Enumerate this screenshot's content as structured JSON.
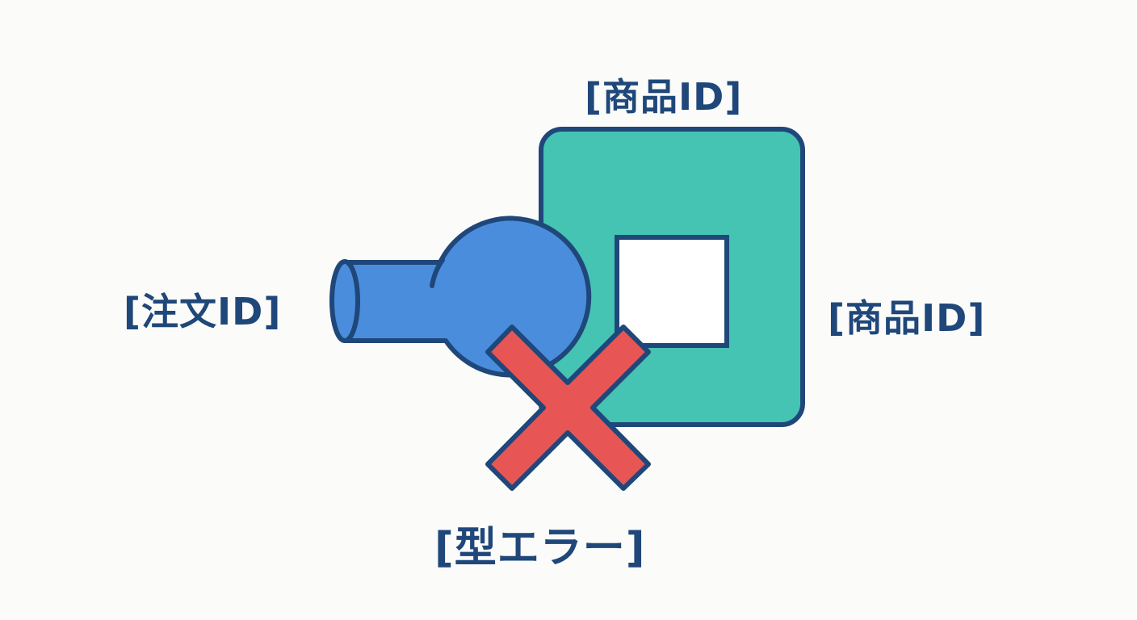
{
  "labels": {
    "top": "[商品ID]",
    "left": "[注文ID]",
    "right": "[商品ID]",
    "bottom": "[型エラー]"
  },
  "colors": {
    "background": "#fbfbf9",
    "outline": "#1f477a",
    "peg_blue": "#4a8ddc",
    "block_teal": "#45c3b3",
    "hole_white": "#ffffff",
    "x_red": "#e85555"
  },
  "shapes": {
    "peg": "round peg (注文ID) attempting to fit",
    "block": "square hole block (商品ID)",
    "x_mark": "type error cross"
  }
}
